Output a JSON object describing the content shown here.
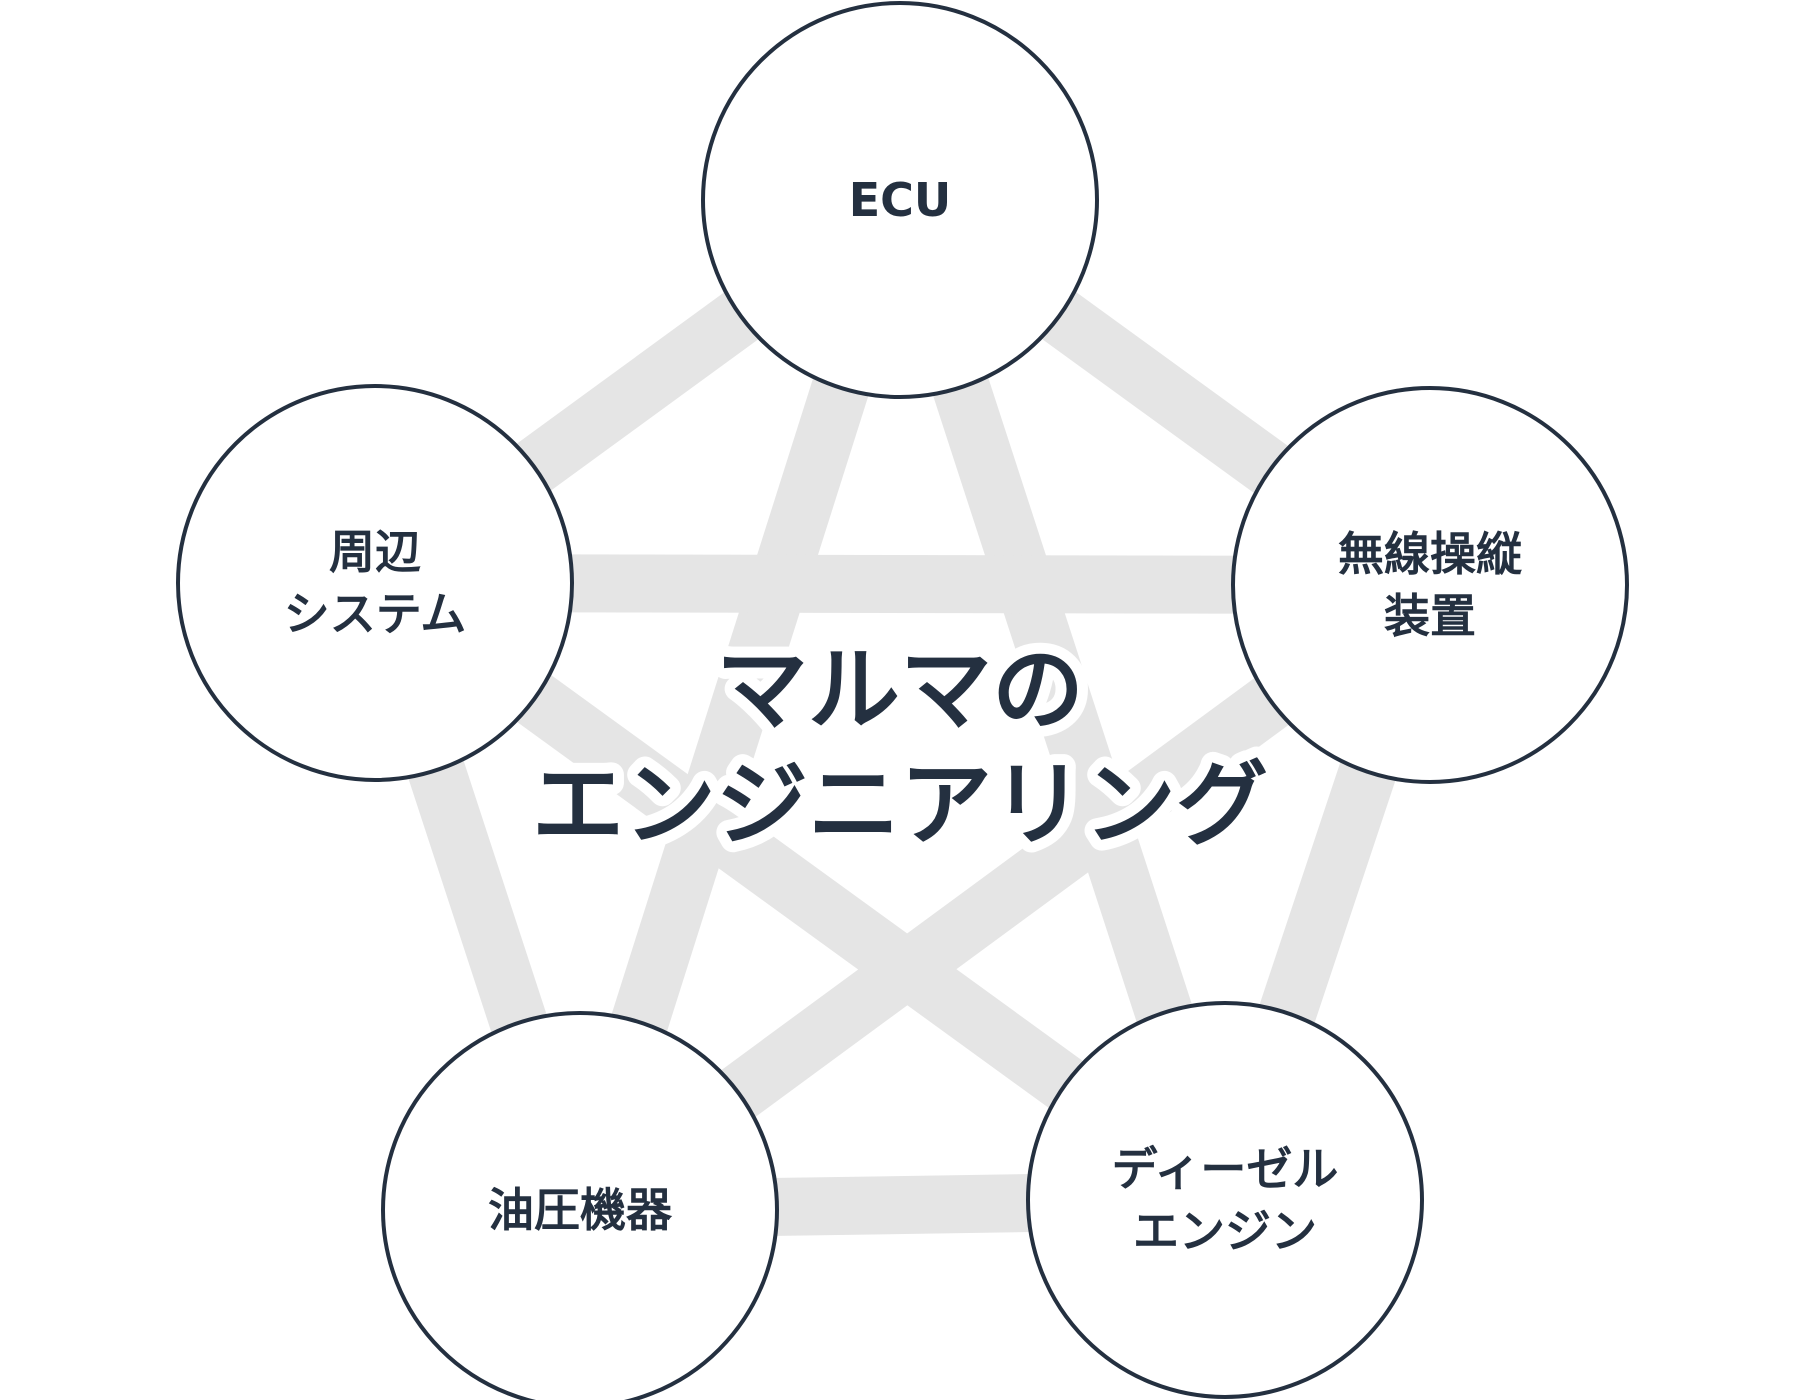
{
  "diagram": {
    "center_title": {
      "line1": "マルマの",
      "line2": "エンジニアリング"
    },
    "nodes": [
      {
        "id": "ecu",
        "lines": [
          "ECU"
        ]
      },
      {
        "id": "wireless",
        "lines": [
          "無線操縦",
          "装置"
        ]
      },
      {
        "id": "diesel",
        "lines": [
          "ディーゼル",
          "エンジン"
        ]
      },
      {
        "id": "hydraulic",
        "lines": [
          "油圧機器"
        ]
      },
      {
        "id": "peripheral",
        "lines": [
          "周辺",
          "システム"
        ]
      }
    ],
    "colors": {
      "outline": "#243040",
      "text": "#243040",
      "connector": "#e5e5e5",
      "background": "#ffffff"
    }
  }
}
